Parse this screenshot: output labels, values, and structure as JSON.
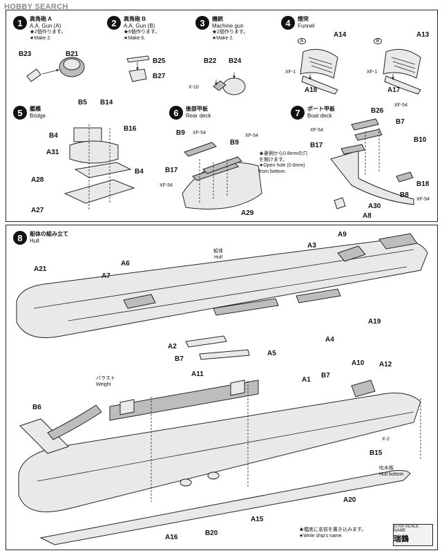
{
  "watermark": "HOBBY SEARCH",
  "steps": [
    {
      "num": "1",
      "title_ja": "高角砲 A",
      "title_en": "A.A. Gun (A)",
      "note_ja": "★2個作ります。",
      "note_en": "★Make 2.",
      "parts": [
        "B23",
        "B21"
      ]
    },
    {
      "num": "2",
      "title_ja": "高角砲 B",
      "title_en": "A.A. Gun (B)",
      "note_ja": "★6個作ります。",
      "note_en": "★Make 6.",
      "parts": [
        "B25",
        "B27"
      ]
    },
    {
      "num": "3",
      "title_ja": "機銃",
      "title_en": "Machine gun",
      "note_ja": "★2個作ります。",
      "note_en": "★Make 2.",
      "parts": [
        "B22",
        "B24",
        "X-10"
      ]
    },
    {
      "num": "4",
      "title_ja": "煙突",
      "title_en": "Funnel",
      "parts": [
        "A14",
        "XF-1",
        "A18",
        "A13",
        "XF-1",
        "A17"
      ],
      "circles": [
        "A",
        "B"
      ]
    },
    {
      "num": "5",
      "title_ja": "艦橋",
      "title_en": "Bridge",
      "parts": [
        "B5",
        "B14",
        "B16",
        "B4",
        "A31",
        "B4",
        "A28",
        "A27"
      ]
    },
    {
      "num": "6",
      "title_ja": "後部甲板",
      "title_en": "Rear deck",
      "parts": [
        "B9",
        "XF-54",
        "B9",
        "XF-54",
        "B17",
        "XF-54",
        "A29"
      ],
      "note_ja": "★裏側から0.8mmの穴を開けます。",
      "note_en": "★Open hole (0.8mm) from bottom."
    },
    {
      "num": "7",
      "title_ja": "ボート甲板",
      "title_en": "Boat deck",
      "parts": [
        "B26",
        "XF-54",
        "B7",
        "XF-54",
        "B10",
        "B17",
        "B18",
        "B8",
        "XF-54",
        "A30",
        "A8"
      ]
    },
    {
      "num": "8",
      "title_ja": "船体の組み立て",
      "title_en": "Hull",
      "hull_label_ja": "船体",
      "hull_label_en": "Hull",
      "ballast_ja": "バラスト",
      "ballast_en": "Weight",
      "keel_ja": "吃水板",
      "keel_en": "Hull bottom",
      "parts_top": [
        "A9",
        "A3",
        "A21",
        "A6",
        "A7",
        "A19",
        "A4",
        "A2",
        "B7",
        "A5"
      ],
      "parts_bottom": [
        "A11",
        "A10",
        "A12",
        "A1",
        "B7",
        "B6",
        "X-2",
        "B15",
        "A20",
        "B20",
        "A15",
        "A16"
      ]
    }
  ],
  "footer": {
    "note_ja": "★艦底に名前を書き込みます。",
    "note_en": "★Write ship's name.",
    "scale": "1/700 SCALE",
    "name_label": "NAME",
    "ship_name": "瑞鶴"
  }
}
